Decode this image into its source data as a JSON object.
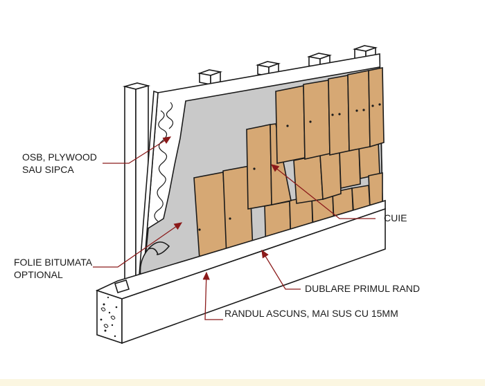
{
  "labels": {
    "osb_line1": "OSB, PLYWOOD",
    "osb_line2": "SAU SIPCA",
    "folie_line1": "FOLIE BITUMATA",
    "folie_line2": "OPTIONAL",
    "cuie": "CUIE",
    "dublare": "DUBLARE PRIMUL RAND",
    "randul": "RANDUL ASCUNS, MAI SUS CU 15MM"
  },
  "colors": {
    "shingle": "#d6a874",
    "membrane": "#c9c9c9",
    "arrow": "#8b1a1a",
    "outline": "#1a1a1a"
  }
}
